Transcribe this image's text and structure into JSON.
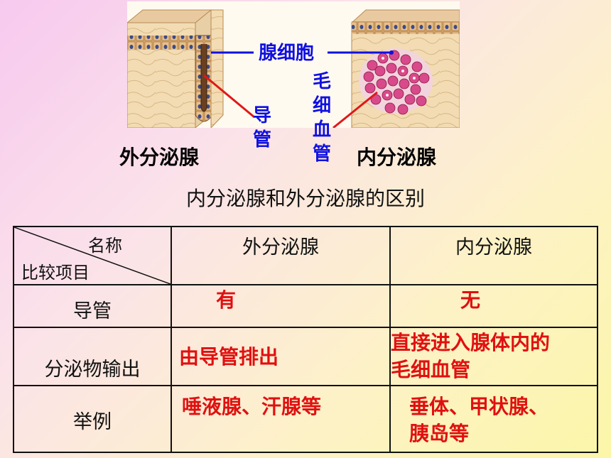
{
  "illustration": {
    "label_gland_cells": "腺细胞",
    "label_duct": "导\n管",
    "label_capillary": "毛\n细\n血\n管",
    "label_exocrine": "外分泌腺",
    "label_endocrine": "内分泌腺"
  },
  "subtitle": "内分泌腺和外分泌腺的区别",
  "table": {
    "corner_top": "名称",
    "corner_bottom": "比较项目",
    "col_exocrine": "外分泌腺",
    "col_endocrine": "内分泌腺",
    "rows": [
      {
        "label": "导管",
        "exocrine": "有",
        "endocrine": "无"
      },
      {
        "label": "分泌物输出",
        "exocrine": "由导管排出",
        "endocrine": "直接进入腺体内的\n毛细血管"
      },
      {
        "label": "举例",
        "exocrine": "唾液腺、汗腺等",
        "endocrine": "垂体、甲状腺、\n胰岛等"
      }
    ]
  },
  "colors": {
    "label_blue": "#1010e0",
    "answer_red": "#e01010",
    "pointer_line_red": "#e01818"
  }
}
